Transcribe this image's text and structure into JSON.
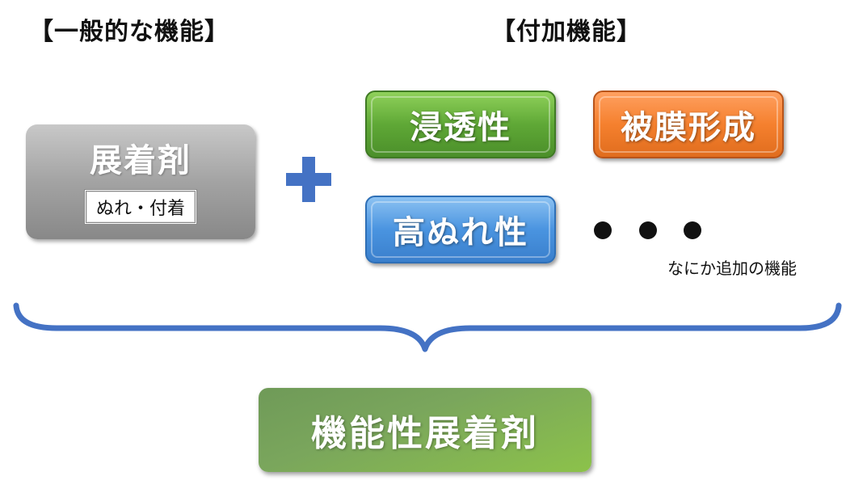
{
  "headings": {
    "general": "【一般的な機能】",
    "additional": "【付加機能】"
  },
  "base": {
    "title": "展着剤",
    "tag": "ぬれ・付着"
  },
  "functions": [
    {
      "label": "浸透性",
      "color": "#5fa836"
    },
    {
      "label": "被膜形成",
      "color": "#f5802e"
    },
    {
      "label": "高ぬれ性",
      "color": "#4a94e0"
    }
  ],
  "more": {
    "caption": "なにか追加の機能"
  },
  "result": {
    "label": "機能性展着剤"
  },
  "colors": {
    "plus": "#4472c4",
    "brace": "#4472c4"
  }
}
